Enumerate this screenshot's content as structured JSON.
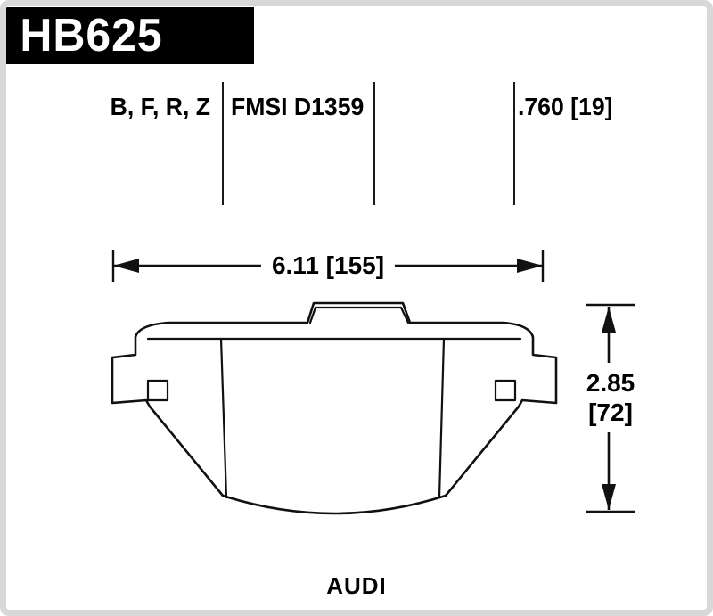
{
  "page": {
    "background": "#ffffff",
    "frame_color": "#d8d8d8",
    "line_color": "#111111"
  },
  "header": {
    "part_number": "HB625",
    "background": "#000000",
    "text_color": "#ffffff"
  },
  "specs": {
    "compounds": "B, F, R, Z",
    "fmsi": "FMSI D1359",
    "thickness": ".760 [19]"
  },
  "dimensions": {
    "width_label": "6.11 [155]",
    "height_value": "2.85",
    "height_bracket": "[72]"
  },
  "footer": {
    "vehicle": "AUDI"
  }
}
